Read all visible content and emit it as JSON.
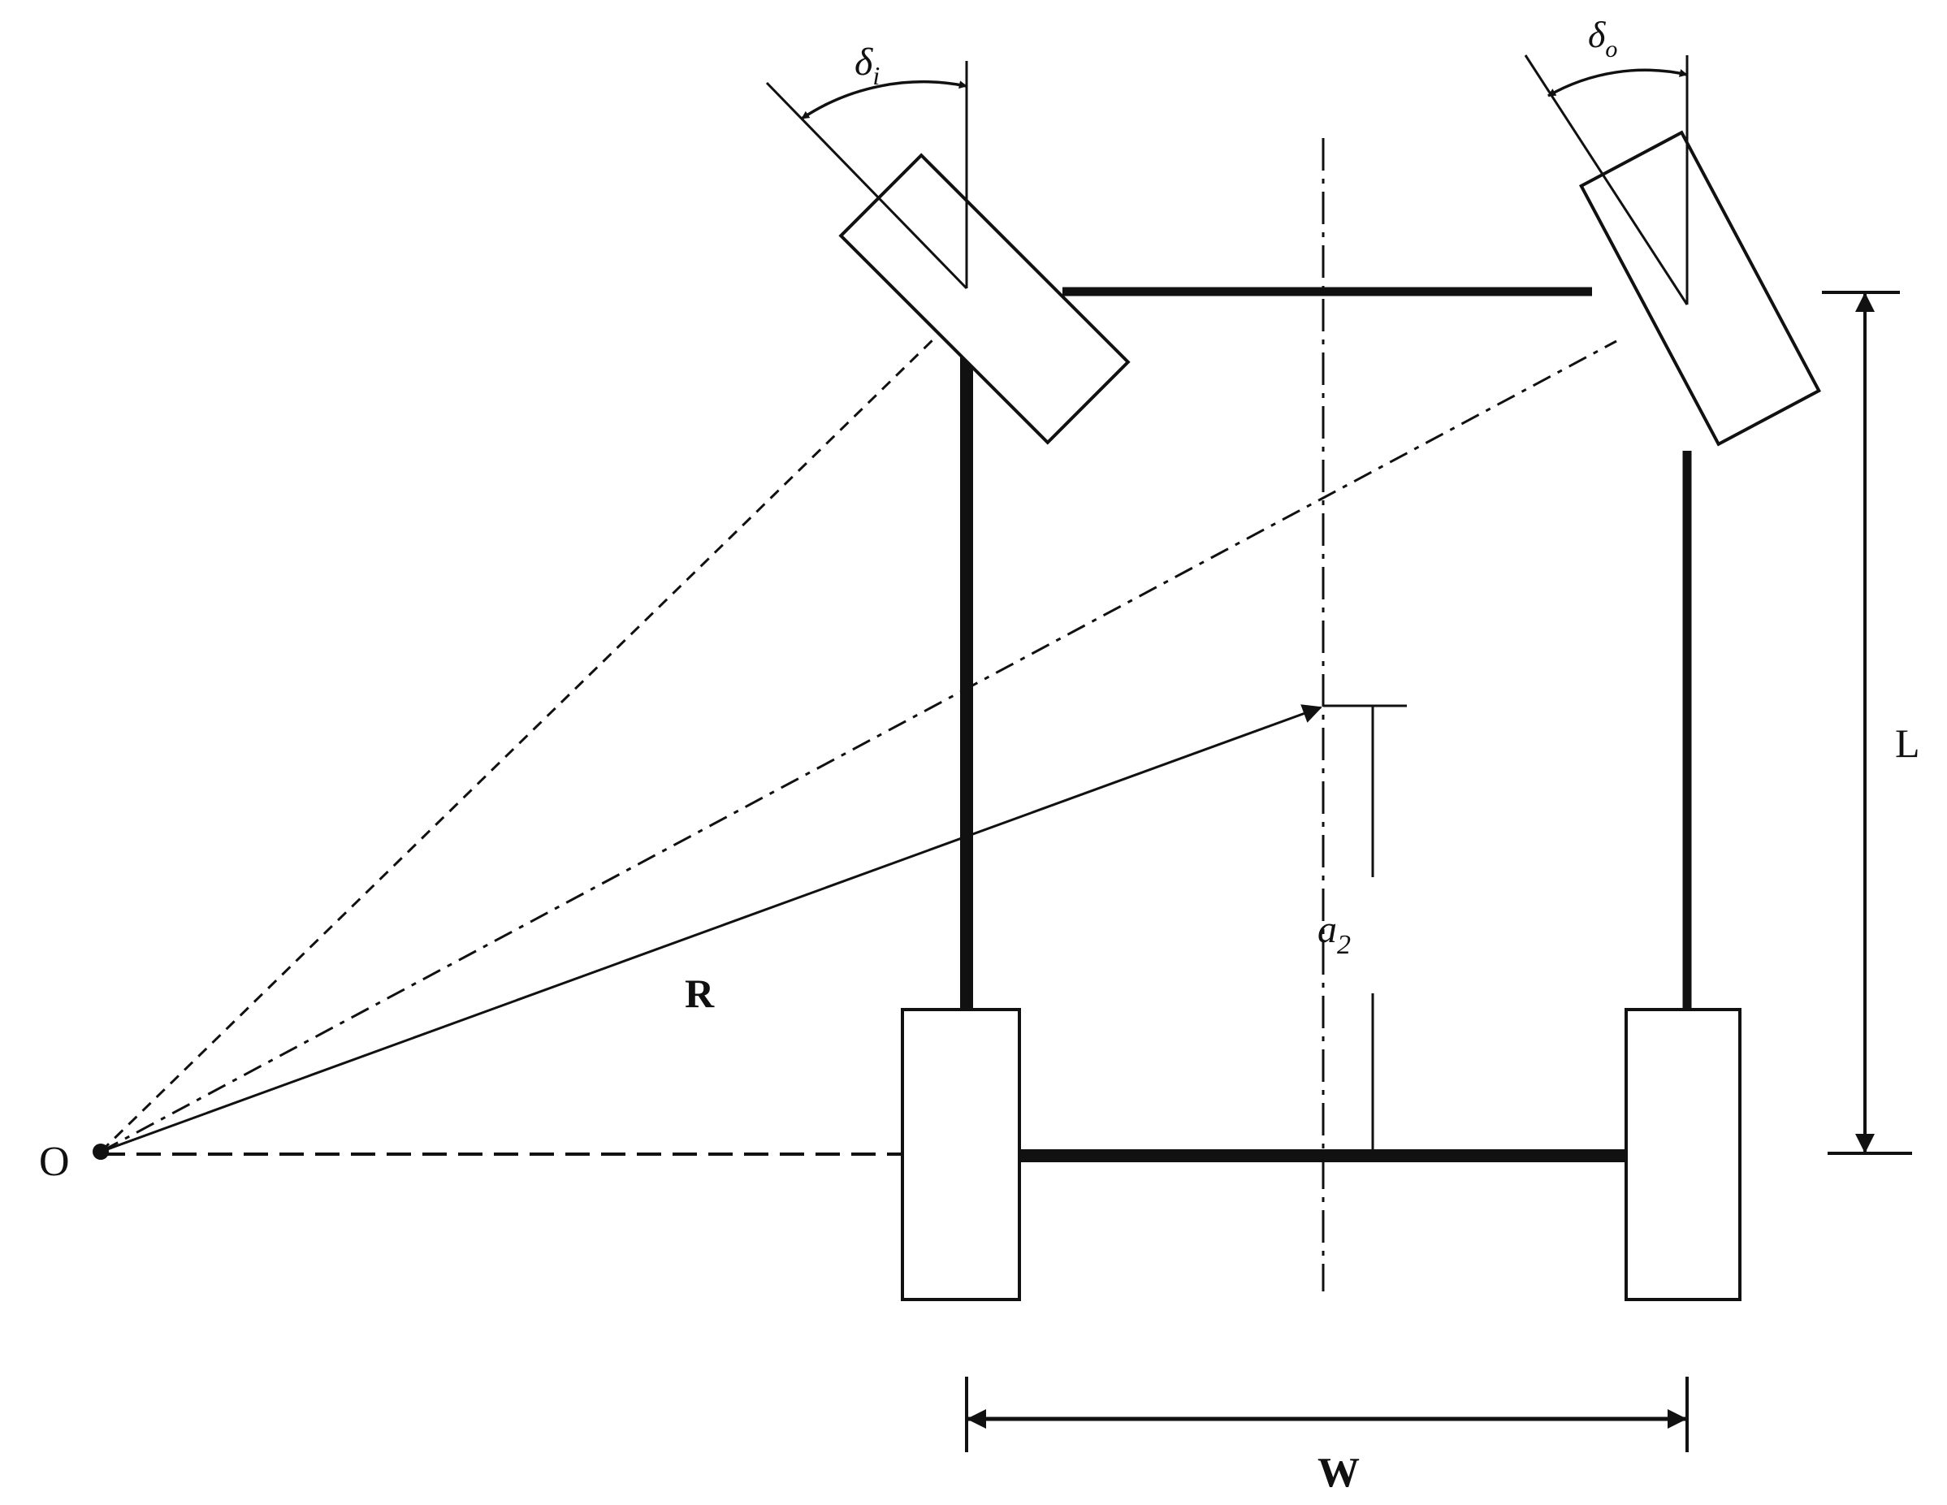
{
  "labels": {
    "origin": "O",
    "radius": "R",
    "wheelbase": "L",
    "track_width": "W",
    "cg_distance": "a",
    "cg_distance_sub": "2",
    "inner_angle": "δ",
    "inner_angle_sub": "i",
    "outer_angle": "δ",
    "outer_angle_sub": "o"
  },
  "colors": {
    "ink": "#111111",
    "background": "#ffffff"
  }
}
